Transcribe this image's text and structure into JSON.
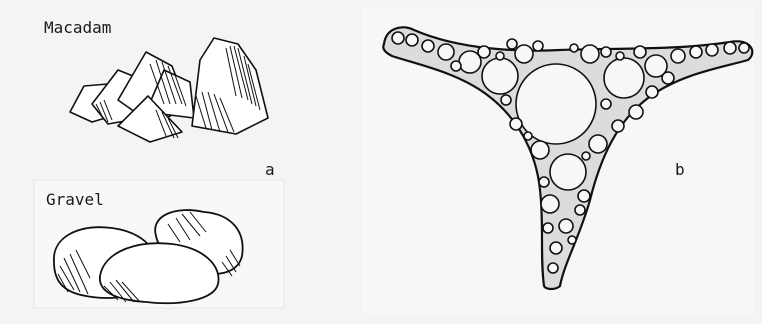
{
  "panel_a": {
    "macadam_label": "Macadam",
    "gravel_label": "Gravel",
    "panel_letter": "a"
  },
  "panel_b": {
    "panel_letter": "b"
  },
  "colors": {
    "paper": "#f4f4f3",
    "ink": "#1a1a1a"
  }
}
